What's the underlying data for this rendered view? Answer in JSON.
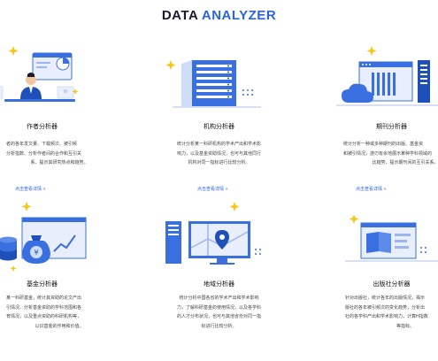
{
  "header": {
    "title_part1": "DATA",
    "title_part2": "ANALYZER"
  },
  "colors": {
    "accent": "#2b63d9",
    "title_dark": "#1a1a2e",
    "illustration_blue": "#3a6fe0",
    "star_yellow": "#f5c518"
  },
  "cards": [
    {
      "title": "作者分析器",
      "desc": [
        "者的各年发文量、下载频次、被引频",
        "分析指数、分析作者间的合作和互引关",
        "系、提示其研究热点和趋势。"
      ],
      "more": "点击查看详情 »"
    },
    {
      "title": "机构分析器",
      "desc": [
        "统计分析某一科研机构的学术产出和学术影",
        "响力，以及基金资助情况，也可与其他同行",
        "机构对同一指标进行比较分析。"
      ],
      "more": "点击查看详情 »"
    },
    {
      "title": "期刊分析器",
      "desc": [
        "统计分析一种或多种期刊的出版、基金资",
        "和被引情况，游刃有余地展示某种学科领域的",
        "比趋势，提示期刊间的互引关系。"
      ],
      "more": "点击查看详情 »"
    },
    {
      "title": "基金分析器",
      "desc": [
        "某一科研基金，统计其资助的论文产出",
        "引情况、分析基金资助的学科范围和各",
        "育情况，以及重点资助的科研机构等，",
        "以识基金的作用和价值。"
      ],
      "more": ""
    },
    {
      "title": "地域分析器",
      "desc": [
        "统计分析中国各省的学术产出和学术影响",
        "力，了解科研基金的使用情况，以及各学科",
        "的人才分布状况，也可与其他省份对同一指",
        "标进行比较分析。"
      ],
      "more": ""
    },
    {
      "title": "出版社分析器",
      "desc": [
        "针对出版社，统计各年的出版情况，揭示",
        "版社的各年被引频次的变化趋势，分析出",
        "社的各学科产出和学术影响力，计算H指数",
        "等指标。"
      ],
      "more": ""
    }
  ]
}
